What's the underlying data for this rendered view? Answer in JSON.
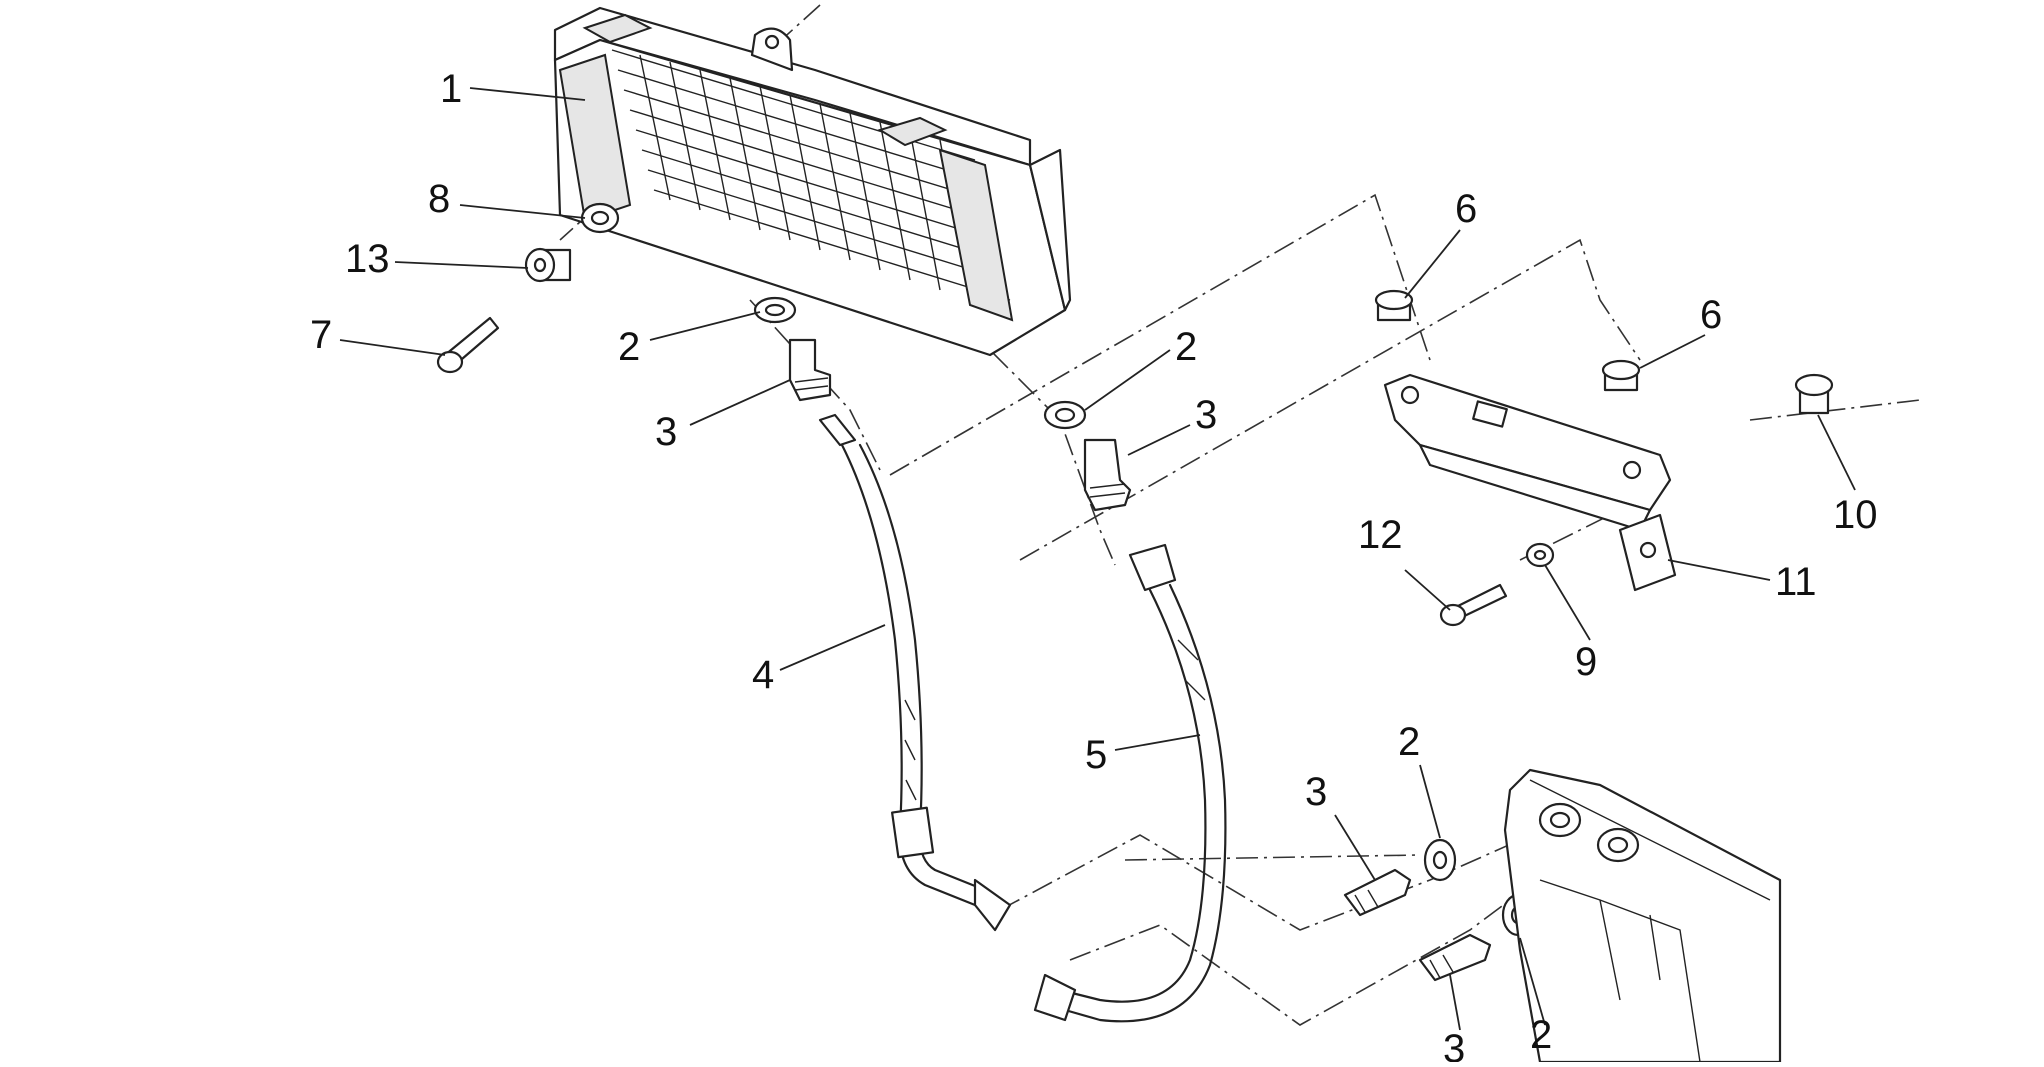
{
  "callouts": [
    {
      "id": "c1",
      "label": "1"
    },
    {
      "id": "c8",
      "label": "8"
    },
    {
      "id": "c13",
      "label": "13"
    },
    {
      "id": "c7",
      "label": "7"
    },
    {
      "id": "c2a",
      "label": "2"
    },
    {
      "id": "c3a",
      "label": "3"
    },
    {
      "id": "c2b",
      "label": "2"
    },
    {
      "id": "c3b",
      "label": "3"
    },
    {
      "id": "c4",
      "label": "4"
    },
    {
      "id": "c5",
      "label": "5"
    },
    {
      "id": "c6a",
      "label": "6"
    },
    {
      "id": "c6b",
      "label": "6"
    },
    {
      "id": "c10",
      "label": "10"
    },
    {
      "id": "c12",
      "label": "12"
    },
    {
      "id": "c9",
      "label": "9"
    },
    {
      "id": "c11",
      "label": "11"
    },
    {
      "id": "c3c",
      "label": "3"
    },
    {
      "id": "c2c",
      "label": "2"
    },
    {
      "id": "c3d",
      "label": "3"
    },
    {
      "id": "c2d",
      "label": "2"
    }
  ]
}
